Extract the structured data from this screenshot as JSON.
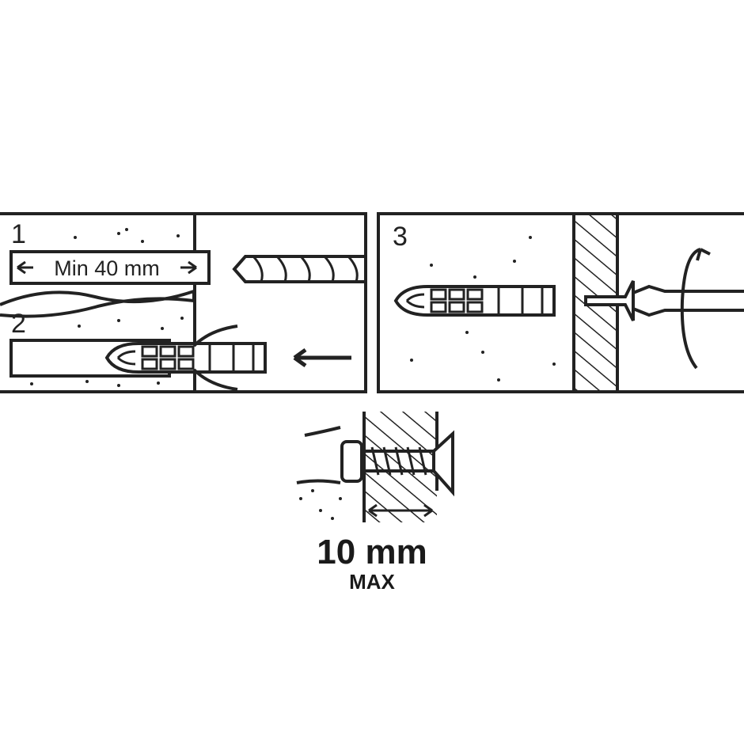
{
  "steps": [
    {
      "number": "1",
      "label": "Min 40 mm"
    },
    {
      "number": "2"
    },
    {
      "number": "3"
    }
  ],
  "max_thickness": {
    "value": "10 mm",
    "label": "MAX"
  },
  "colors": {
    "line": "#222222",
    "background": "#ffffff"
  },
  "icons": [
    "drill-bit-icon",
    "wall-plug-icon",
    "screwdriver-icon",
    "rotation-arrow-icon",
    "insert-arrow-icon",
    "screw-icon"
  ]
}
